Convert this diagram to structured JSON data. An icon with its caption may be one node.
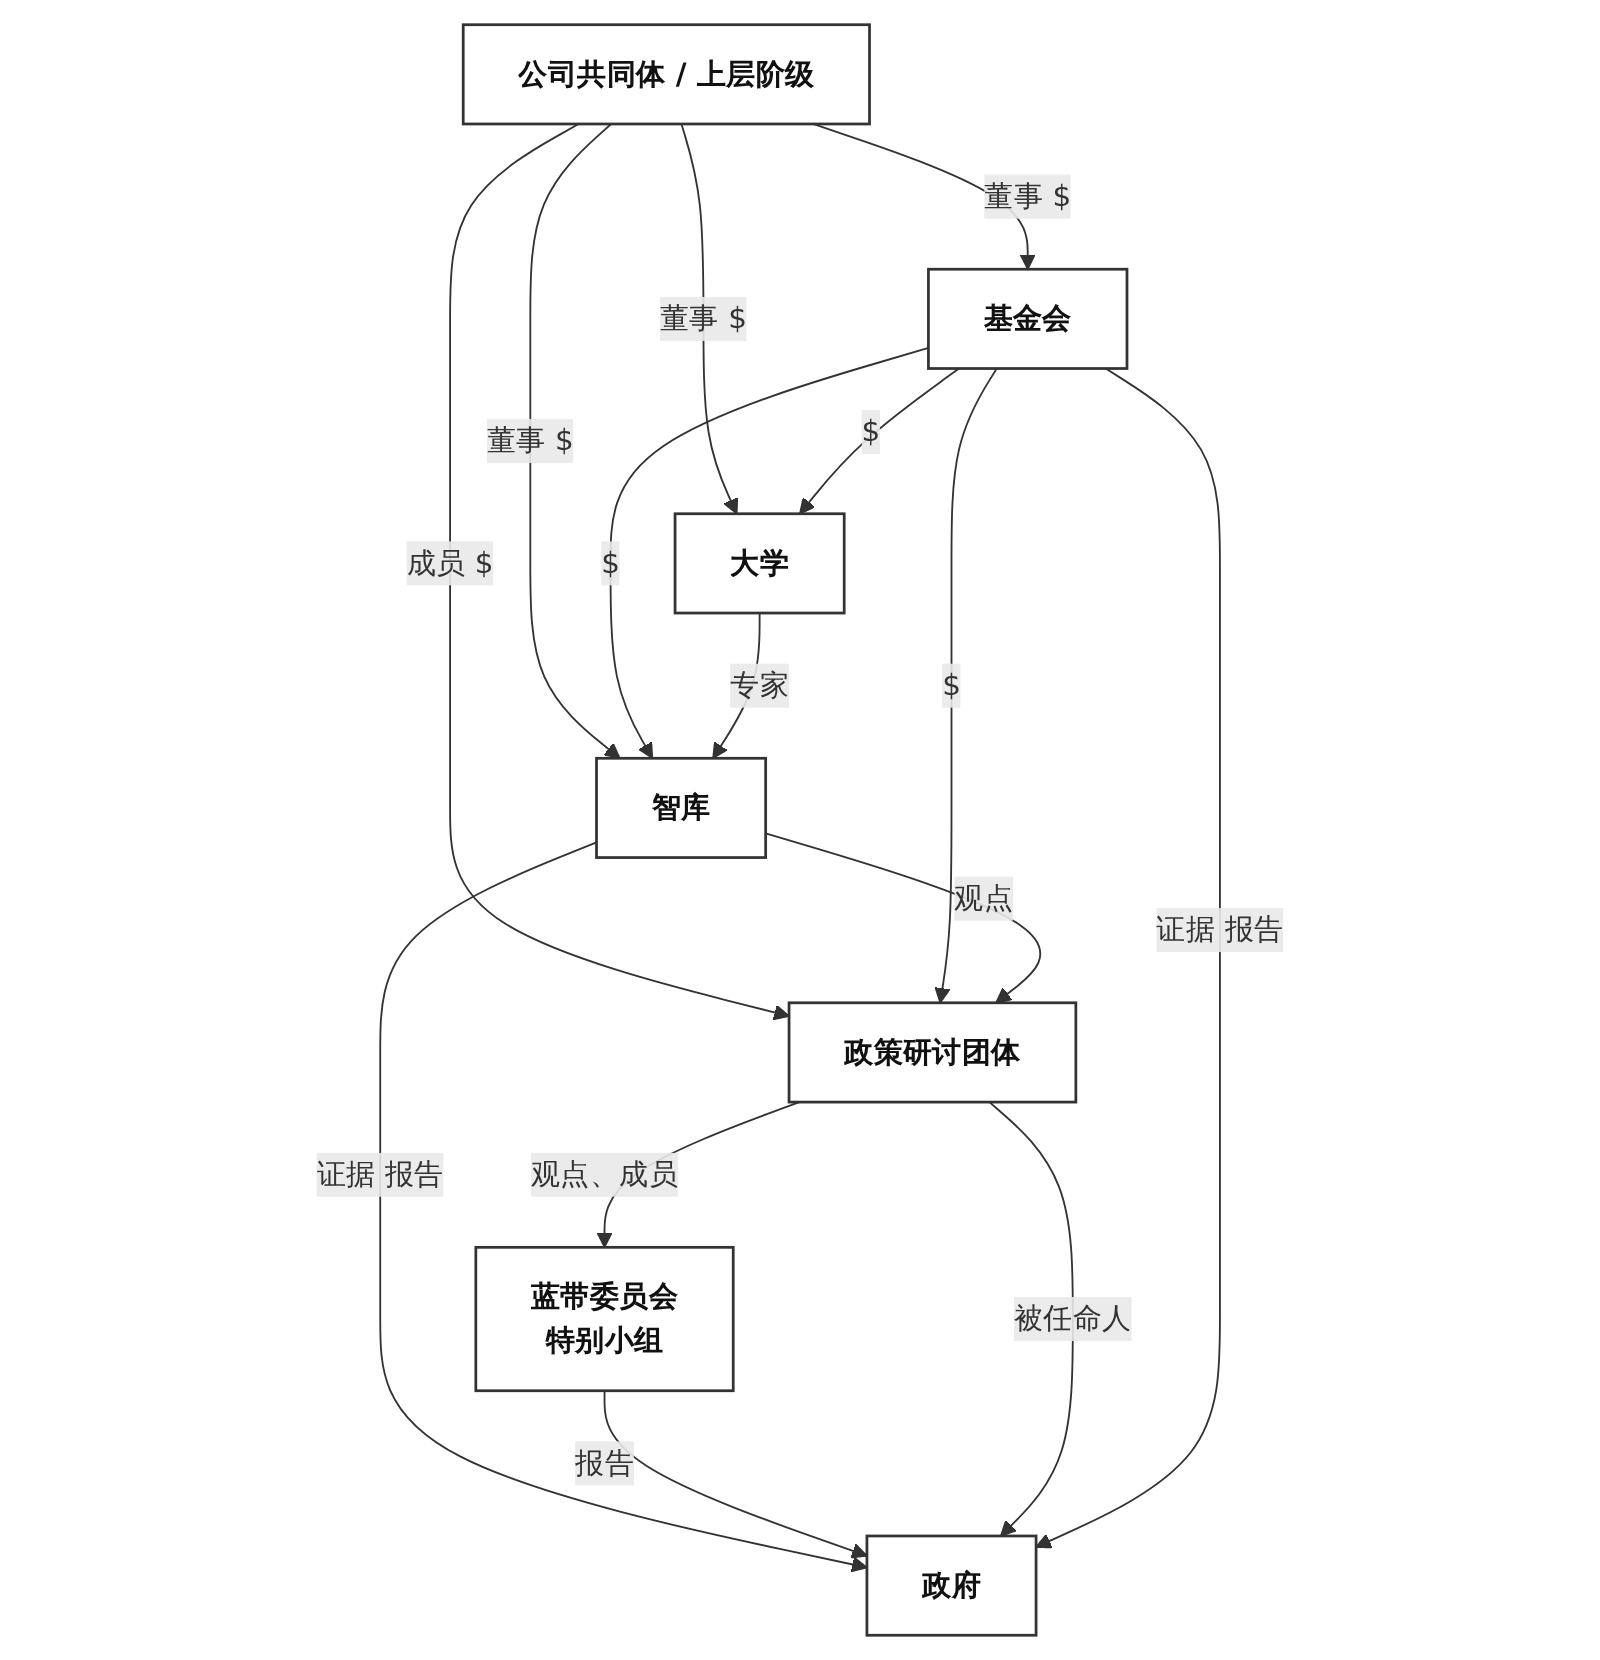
{
  "diagram": {
    "nodes": [
      {
        "text": [
          "公司共同体 / 上层阶级"
        ]
      },
      {
        "text": [
          "大学"
        ]
      },
      {
        "text": [
          "基金会"
        ]
      },
      {
        "text": [
          "智库"
        ]
      },
      {
        "text": [
          "政策研讨团体"
        ]
      },
      {
        "text": [
          "蓝带委员会",
          "特别小组"
        ]
      },
      {
        "text": [
          "政府"
        ]
      }
    ],
    "edges": [
      {
        "from": 0,
        "to": 1,
        "arrow": "to",
        "label": "董事 $"
      },
      {
        "from": 0,
        "to": 2,
        "arrow": "to",
        "label": "董事 $"
      },
      {
        "from": 0,
        "to": 3,
        "arrow": "to",
        "label": "董事 $"
      },
      {
        "from": 0,
        "to": 4,
        "arrow": "to",
        "label": "成员 $"
      },
      {
        "from": 2,
        "to": 1,
        "arrow": "to",
        "label": "$"
      },
      {
        "from": 2,
        "to": 3,
        "arrow": "to",
        "label": "$"
      },
      {
        "from": 2,
        "to": 4,
        "arrow": "to",
        "label": "$"
      },
      {
        "from": 1,
        "to": 3,
        "arrow": "to",
        "label": "专家"
      },
      {
        "from": 3,
        "to": 4,
        "arrow": "to",
        "label": "观点"
      },
      {
        "from": 4,
        "to": 5,
        "arrow": "to",
        "label": "观点、成员"
      },
      {
        "from": 3,
        "to": 6,
        "arrow": "to",
        "label": "证据 报告"
      },
      {
        "from": 5,
        "to": 6,
        "arrow": "to",
        "label": "报告"
      },
      {
        "from": 4,
        "to": 6,
        "arrow": "to",
        "label": "被任命人"
      },
      {
        "from": 2,
        "to": 6,
        "arrow": "to",
        "label": "证据 报告"
      }
    ]
  }
}
